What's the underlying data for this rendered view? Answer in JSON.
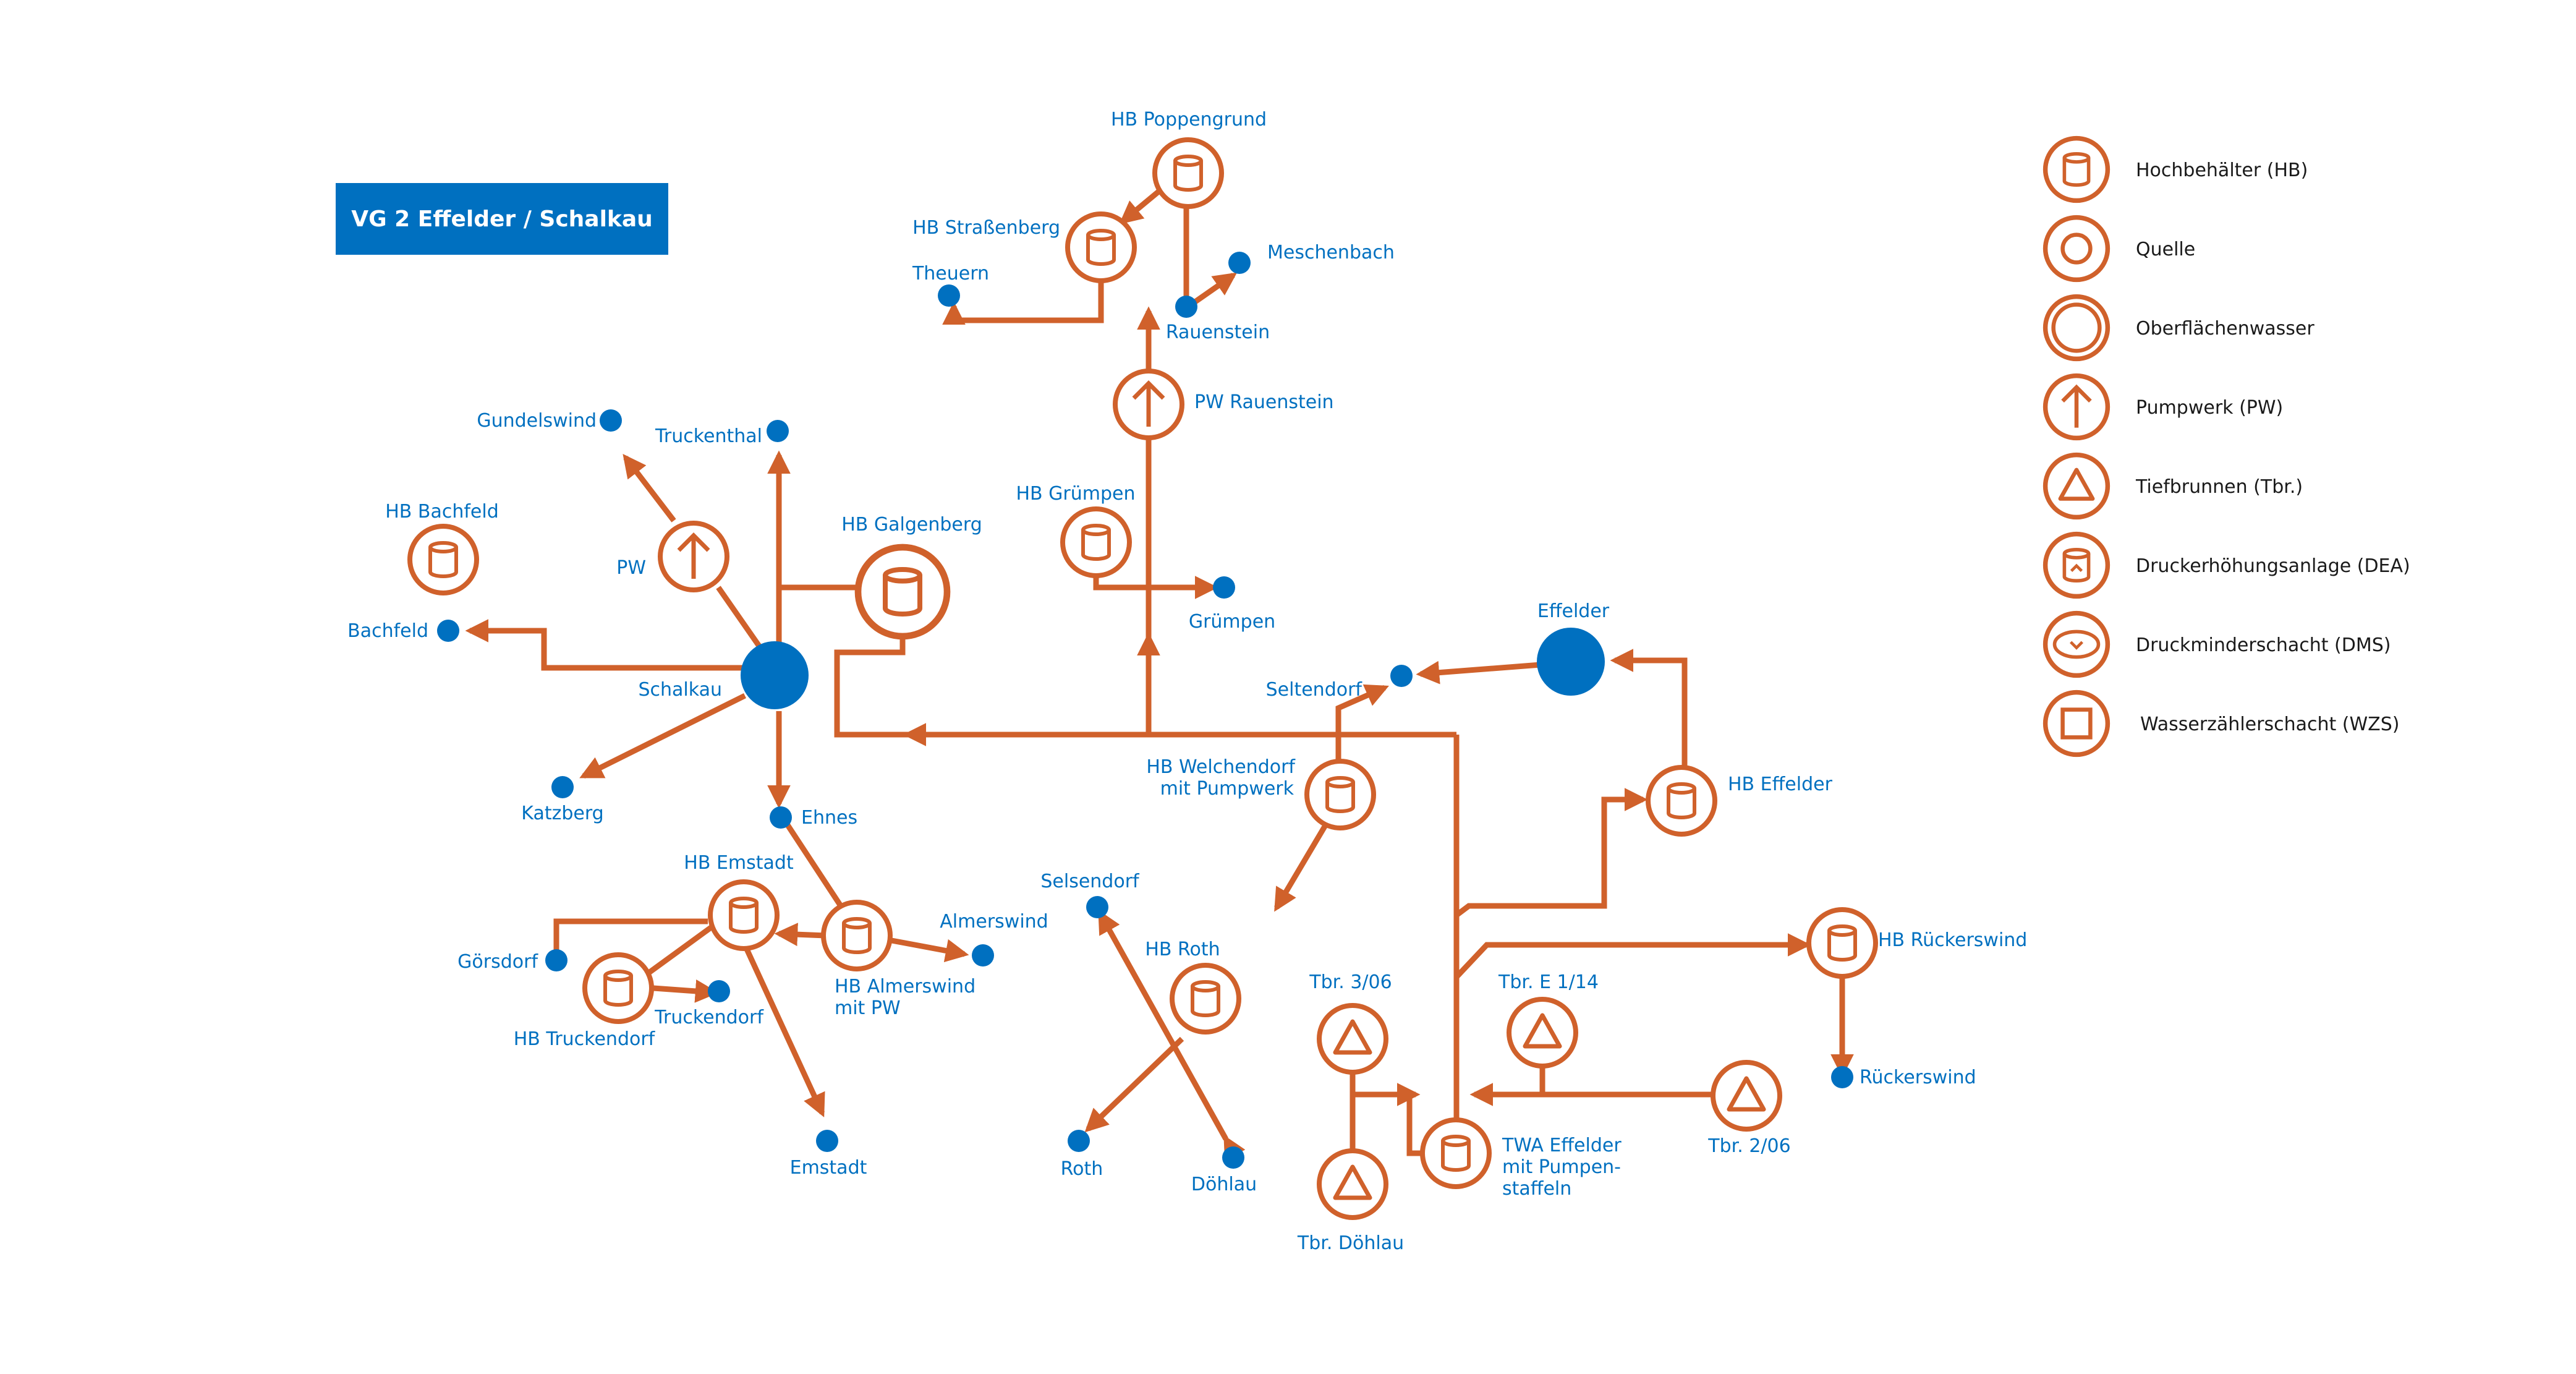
{
  "title": "VG 2 Effelder / Schalkau",
  "colors": {
    "pipe": "#d0612b",
    "place": "#0070c0",
    "legend_text": "#1a1a1a",
    "background": "#ffffff"
  },
  "nodes": {
    "hb_poppengrund": "HB Poppengrund",
    "hb_strassenberg": "HB Straßenberg",
    "theuern": "Theuern",
    "meschenbach": "Meschenbach",
    "rauenstein": "Rauenstein",
    "pw_rauenstein": "PW Rauenstein",
    "hb_gruempen": "HB Grümpen",
    "gruempen": "Grümpen",
    "gundelswind": "Gundelswind",
    "truckenthal": "Truckenthal",
    "hb_bachfeld": "HB Bachfeld",
    "pw": "PW",
    "hb_galgenberg": "HB Galgenberg",
    "bachfeld": "Bachfeld",
    "schalkau": "Schalkau",
    "effelder": "Effelder",
    "seltendorf": "Seltendorf",
    "hb_welchendorf_1": "HB Welchendorf",
    "hb_welchendorf_2": "mit Pumpwerk",
    "hb_effelder": "HB Effelder",
    "katzberg": "Katzberg",
    "ehnes": "Ehnes",
    "hb_emstadt": "HB Emstadt",
    "selsendorf": "Selsendorf",
    "almerswind": "Almerswind",
    "hb_roth": "HB Roth",
    "hb_rueckerswind": "HB Rückerswind",
    "goersdorf": "Görsdorf",
    "hb_almerswind_1": "HB Almerswind",
    "hb_almerswind_2": "mit PW",
    "truckendorf": "Truckendorf",
    "hb_truckendorf": "HB Truckendorf",
    "tbr_3_06": "Tbr. 3/06",
    "tbr_e_1_14": "Tbr. E 1/14",
    "rueckerswind": "Rückerswind",
    "tbr_2_06": "Tbr. 2/06",
    "twa_1": "TWA Effelder",
    "twa_2": "mit Pumpen-",
    "twa_3": "staffeln",
    "emstadt": "Emstadt",
    "roth": "Roth",
    "doehlau": "Döhlau",
    "tbr_doehlau": "Tbr. Döhlau"
  },
  "legend": [
    {
      "icon": "tank-icon",
      "label": "Hochbehälter (HB)"
    },
    {
      "icon": "spring-icon",
      "label": "Quelle"
    },
    {
      "icon": "surface-water-icon",
      "label": "Oberflächenwasser"
    },
    {
      "icon": "pump-icon",
      "label": "Pumpwerk (PW)"
    },
    {
      "icon": "well-icon",
      "label": "Tiefbrunnen (Tbr.)"
    },
    {
      "icon": "booster-icon",
      "label": "Druckerhöhungsanlage (DEA)"
    },
    {
      "icon": "pressure-reducer-icon",
      "label": "Druckminderschacht (DMS)"
    },
    {
      "icon": "meter-icon",
      "label": "Wasserzählerschacht (WZS)"
    }
  ]
}
